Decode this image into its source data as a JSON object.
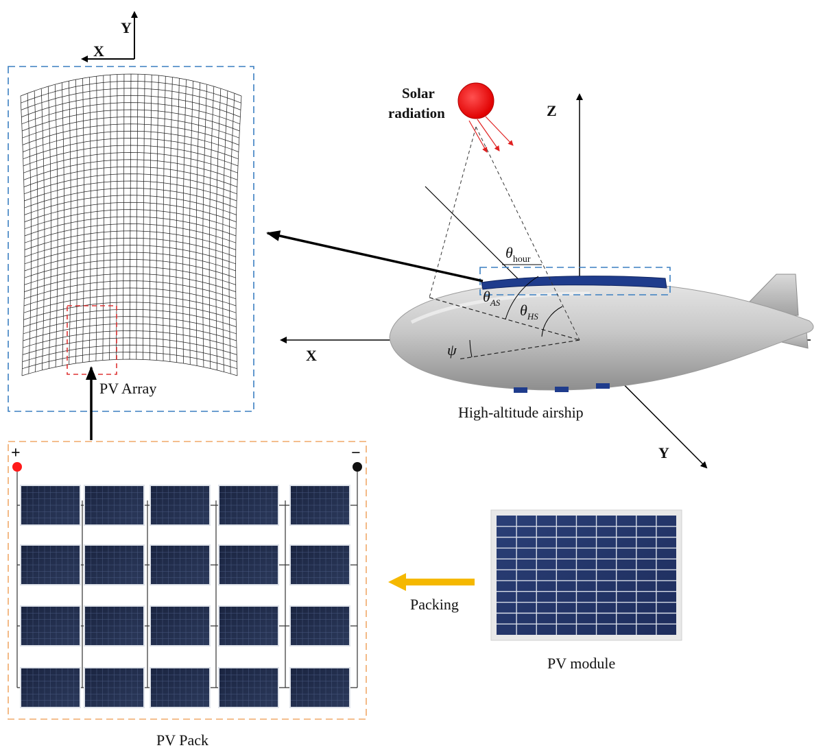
{
  "labels": {
    "pv_array": "PV Array",
    "pv_pack": "PV Pack",
    "pv_module": "PV module",
    "packing": "Packing",
    "airship": "High-altitude airship",
    "solar_line1": "Solar",
    "solar_line2": "radiation",
    "plus": "+",
    "minus": "−"
  },
  "axes": {
    "array_x": "X",
    "array_y": "Y",
    "main_x": "X",
    "main_y": "Y",
    "main_z": "Z"
  },
  "angles": {
    "theta": "θ",
    "hour_sub": "hour",
    "as_sub": "AS",
    "hs_sub": "HS",
    "psi": "ψ"
  },
  "colors": {
    "array_box": "#3a7fc1",
    "pack_box": "#f0a868",
    "selection_box": "#dd3333",
    "sun": "#ff1a1a",
    "packing_arrow": "#f5b800",
    "panel": "#1f2a44",
    "airship_panel": "#1f3c8c",
    "hull": "#c4c4c4",
    "plus_terminal": "#ff1a1a",
    "minus_terminal": "#111111"
  }
}
